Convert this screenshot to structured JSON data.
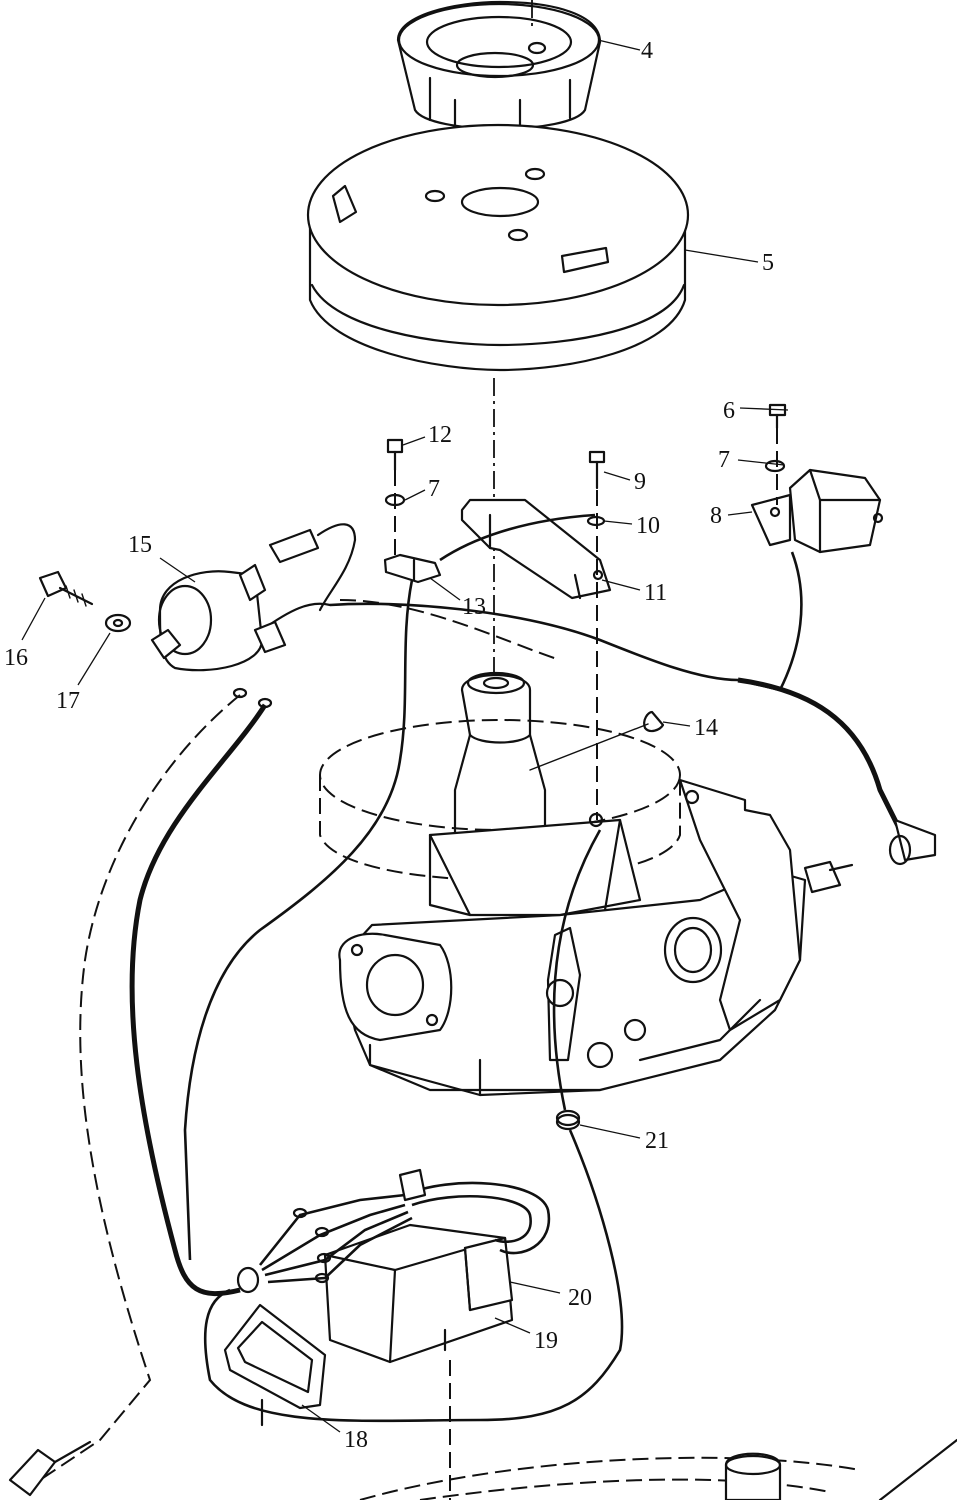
{
  "callouts": [
    {
      "id": "4",
      "label": "4"
    },
    {
      "id": "5",
      "label": "5"
    },
    {
      "id": "6",
      "label": "6"
    },
    {
      "id": "7a",
      "label": "7"
    },
    {
      "id": "7b",
      "label": "7"
    },
    {
      "id": "8",
      "label": "8"
    },
    {
      "id": "9",
      "label": "9"
    },
    {
      "id": "10",
      "label": "10"
    },
    {
      "id": "11",
      "label": "11"
    },
    {
      "id": "12",
      "label": "12"
    },
    {
      "id": "13",
      "label": "13"
    },
    {
      "id": "14",
      "label": "14"
    },
    {
      "id": "15",
      "label": "15"
    },
    {
      "id": "16",
      "label": "16"
    },
    {
      "id": "17",
      "label": "17"
    },
    {
      "id": "18",
      "label": "18"
    },
    {
      "id": "19",
      "label": "19"
    },
    {
      "id": "20",
      "label": "20"
    },
    {
      "id": "21",
      "label": "21"
    }
  ]
}
